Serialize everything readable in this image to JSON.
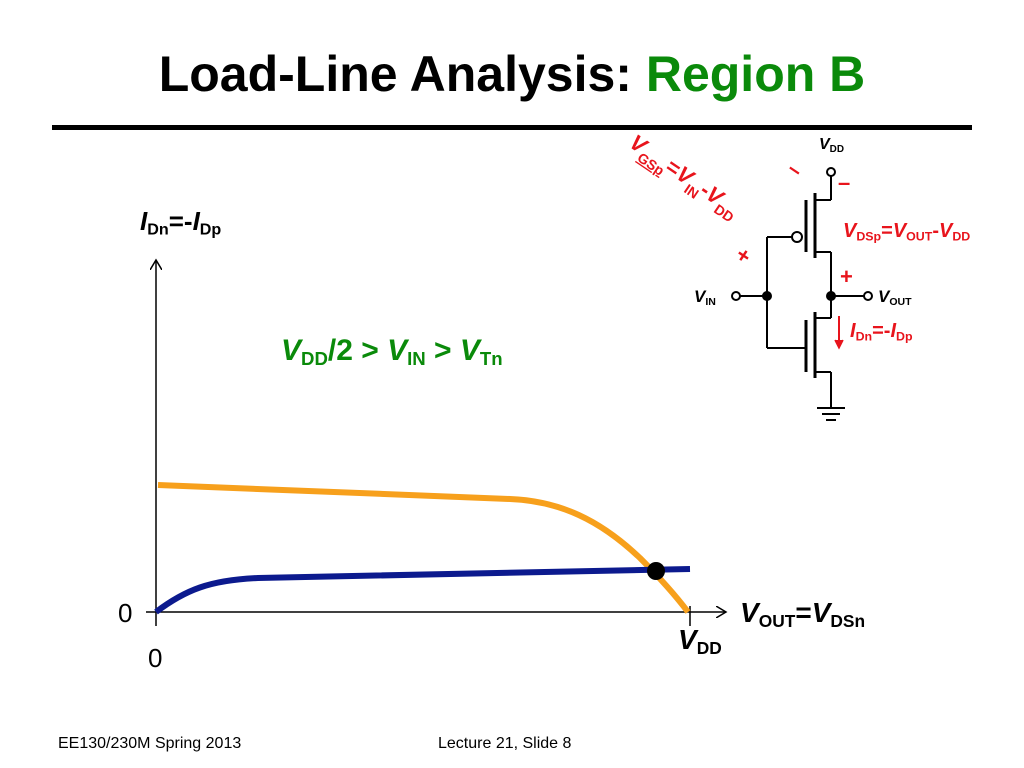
{
  "title": {
    "main": "Load-Line Analysis:",
    "highlight": "Region B"
  },
  "graph": {
    "y_axis_label": {
      "i1": "I",
      "s1": "Dn",
      "mid": "=-",
      "i2": "I",
      "s2": "Dp"
    },
    "x_axis_label": {
      "v1": "V",
      "s1": "OUT",
      "eq": "=",
      "v2": "V",
      "s2": "DSn"
    },
    "origin_y_tick": "0",
    "origin_x_tick": "0",
    "vdd_tick": {
      "v": "V",
      "s": "DD"
    },
    "condition": {
      "v1": "V",
      "s1": "DD",
      "t1": "/2 > ",
      "v2": "V",
      "s2": "IN",
      "t2": " > ",
      "v3": "V",
      "s3": "Tn"
    },
    "colors": {
      "pmos_curve": "#f7a01c",
      "nmos_curve": "#0c1a8e",
      "condition_text": "#0a8a0a"
    }
  },
  "circuit": {
    "vdd": {
      "v": "V",
      "s": "DD"
    },
    "vin": {
      "v": "V",
      "s": "IN"
    },
    "vout": {
      "v": "V",
      "s": "OUT"
    },
    "vgsp": {
      "v1": "V",
      "s1": "GSp",
      "eq": "=",
      "v2": "V",
      "s2": "IN",
      "minus": "-",
      "v3": "V",
      "s3": "DD"
    },
    "vdsp": {
      "v1": "V",
      "s1": "DSp",
      "eq": "=",
      "v2": "V",
      "s2": "OUT",
      "minus": "-",
      "v3": "V",
      "s3": "DD"
    },
    "idn": {
      "i1": "I",
      "s1": "Dn",
      "mid": "=-",
      "i2": "I",
      "s2": "Dp"
    },
    "plus": "+",
    "minus": "–",
    "minus_gate": "–",
    "plus_gate": "+",
    "label_color": "#e8141c"
  },
  "footer": {
    "left": "EE130/230M Spring 2013",
    "center": "Lecture 21, Slide 8"
  }
}
